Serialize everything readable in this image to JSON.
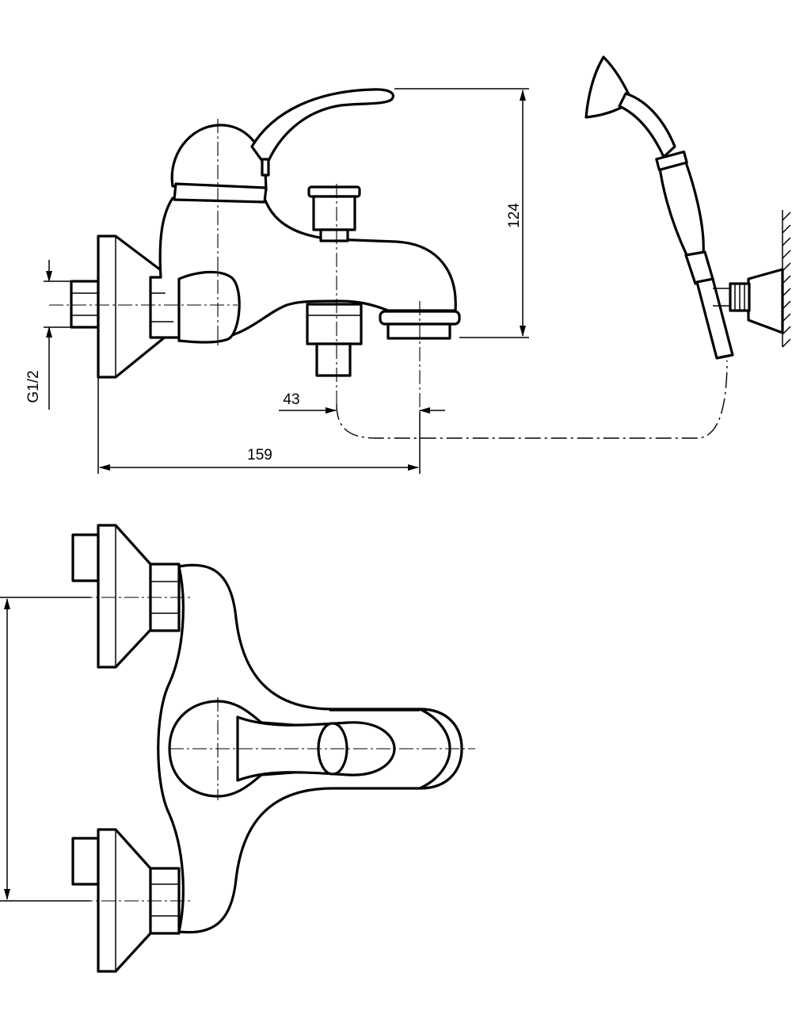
{
  "dimensions": {
    "height": "124",
    "thread": "G1/2",
    "spout_offset": "43",
    "total_projection": "159"
  },
  "colors": {
    "line": "#000000",
    "background": "#ffffff"
  }
}
